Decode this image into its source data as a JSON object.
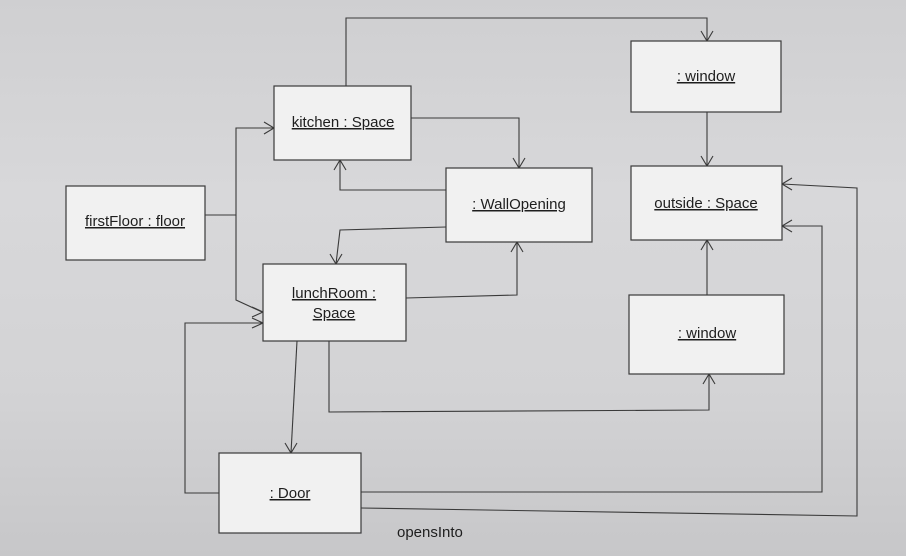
{
  "nodes": {
    "first_floor": {
      "label": "firstFloor : floor"
    },
    "kitchen": {
      "label": "kitchen : Space"
    },
    "wall_opening": {
      "label": ": WallOpening"
    },
    "lunch_room": {
      "line1": "lunchRoom :",
      "line2": "Space"
    },
    "door": {
      "label": ": Door"
    },
    "window_top": {
      "label": ": window"
    },
    "outside": {
      "label": "outside : Space"
    },
    "window_bottom": {
      "label": ": window"
    }
  },
  "edge_label": "opensInto"
}
